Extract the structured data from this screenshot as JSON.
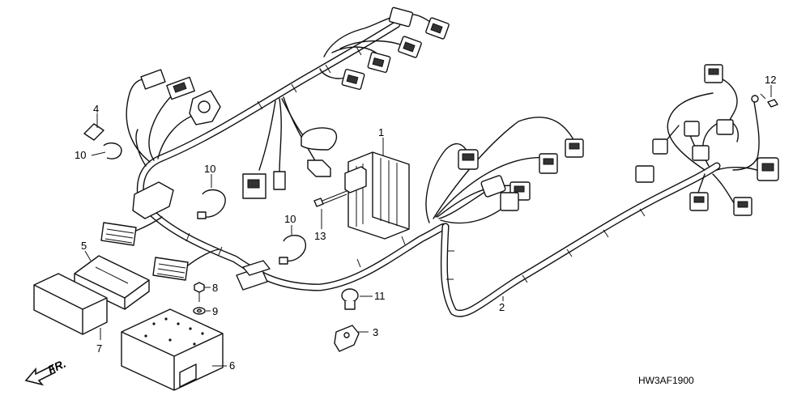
{
  "diagram": {
    "code": "HW3AF1900",
    "direction_label": "FR.",
    "callouts": [
      {
        "id": "c1",
        "label": "1"
      },
      {
        "id": "c2",
        "label": "2"
      },
      {
        "id": "c3",
        "label": "3"
      },
      {
        "id": "c4",
        "label": "4"
      },
      {
        "id": "c5",
        "label": "5"
      },
      {
        "id": "c6",
        "label": "6"
      },
      {
        "id": "c7",
        "label": "7"
      },
      {
        "id": "c8",
        "label": "8"
      },
      {
        "id": "c9",
        "label": "9"
      },
      {
        "id": "c10a",
        "label": "10"
      },
      {
        "id": "c10b",
        "label": "10"
      },
      {
        "id": "c10c",
        "label": "10"
      },
      {
        "id": "c11",
        "label": "11"
      },
      {
        "id": "c12",
        "label": "12"
      },
      {
        "id": "c13",
        "label": "13"
      }
    ]
  }
}
